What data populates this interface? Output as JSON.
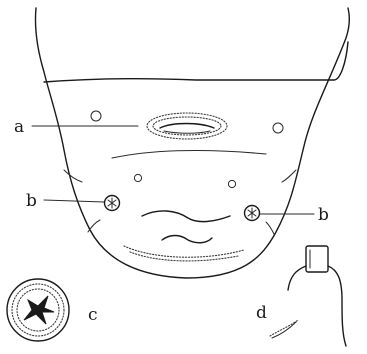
{
  "labels": {
    "a": "a",
    "b_left": "b",
    "b_right": "b",
    "c": "c",
    "d": "d"
  }
}
